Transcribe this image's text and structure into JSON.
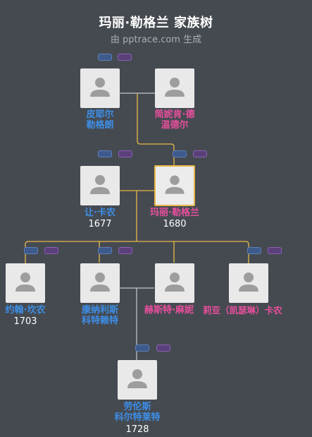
{
  "header": {
    "title": "玛丽·勒格兰 家族树",
    "subtitle": "由 pptrace.com 生成"
  },
  "colors": {
    "background": "#454a51",
    "male_name": "#3d8fe8",
    "female_name": "#e84f9d",
    "highlight_line": "#e8b84a",
    "plain_line": "#c8c8c8"
  },
  "people": {
    "pierre": {
      "name_line1": "皮耶尔",
      "name_line2": "勒格朗"
    },
    "jeanne": {
      "name_line1": "简妮肯·德",
      "name_line2": "温德尔"
    },
    "jean": {
      "name": "让·卡农",
      "year": "1677"
    },
    "marie": {
      "name": "玛丽·勒格兰",
      "year": "1680"
    },
    "johan": {
      "name": "约翰·坎农",
      "year": "1703"
    },
    "cornelis": {
      "name_line1": "康纳利斯",
      "name_line2": "科特赖特"
    },
    "hester": {
      "name": "赫斯特·麻妮"
    },
    "mary": {
      "name": "莉亚（凯瑟琳）卡农"
    },
    "laurens": {
      "name_line1": "劳伦斯",
      "name_line2": "科尔特莱特",
      "year": "1728"
    }
  }
}
